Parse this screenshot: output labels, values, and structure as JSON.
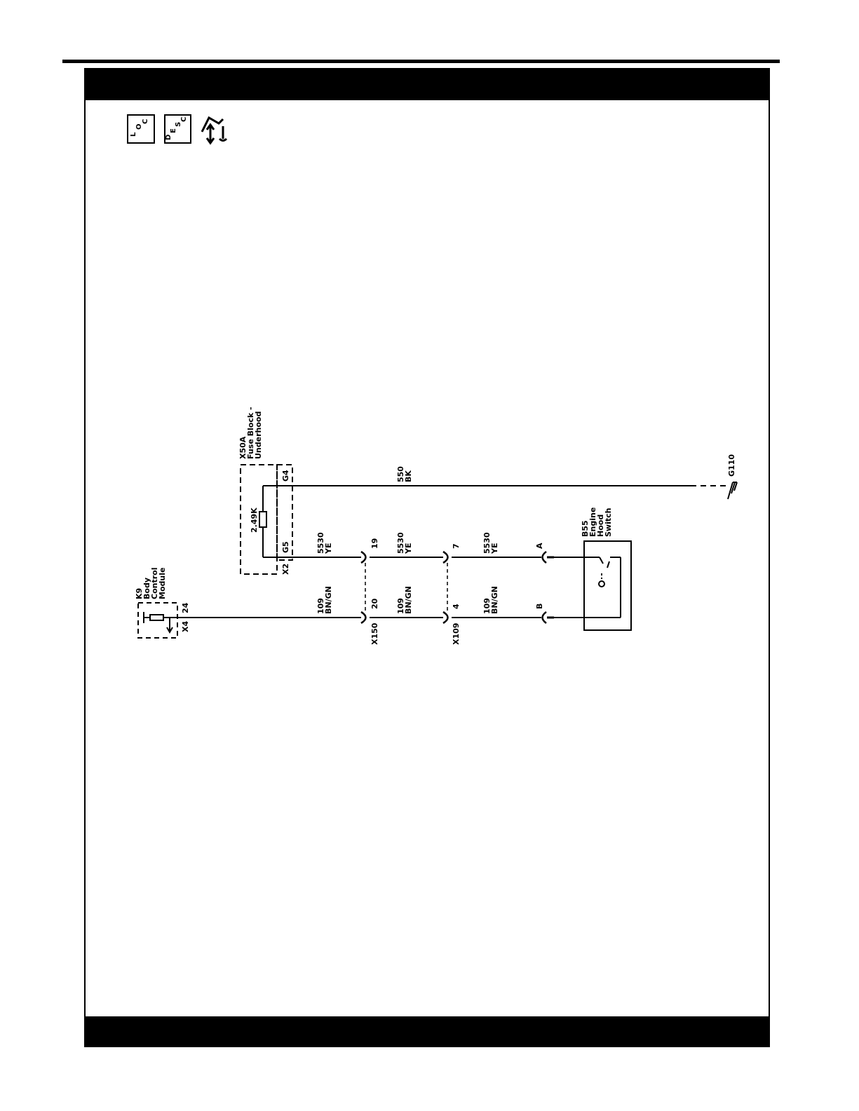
{
  "icons": {
    "loc": {
      "name": "location-icon",
      "letters": [
        "L",
        "O",
        "C"
      ]
    },
    "desc": {
      "name": "description-icon",
      "letters": [
        "D",
        "E",
        "S",
        "C"
      ]
    },
    "service": {
      "name": "service-icon"
    }
  },
  "components": {
    "x50a": {
      "id": "X50A",
      "line1": "Fuse Block -",
      "line2": "Underhood"
    },
    "k9": {
      "id": "K9",
      "line1": "Body",
      "line2": "Control",
      "line3": "Module"
    },
    "b55": {
      "id": "B55",
      "line1": "Engine",
      "line2": "Hood",
      "line3": "Switch"
    },
    "g110": {
      "id": "G110"
    }
  },
  "resistor": {
    "value": "2.49K"
  },
  "connectors": {
    "x2": "X2",
    "g4": "G4",
    "g5": "G5",
    "x4": "X4",
    "x4_pin": "24",
    "x150": "X150",
    "x150_pin_top": "19",
    "x150_pin_bottom": "20",
    "x109": "X109",
    "x109_pin_top": "7",
    "x109_pin_bottom": "4",
    "b55_pin_a": "A",
    "b55_pin_b": "B"
  },
  "wires": {
    "ground": {
      "circuit": "550",
      "color": "BK"
    },
    "signal": {
      "circuit": "5530",
      "color": "YE"
    },
    "low_ref": {
      "circuit": "109",
      "color": "BN/GN"
    }
  }
}
